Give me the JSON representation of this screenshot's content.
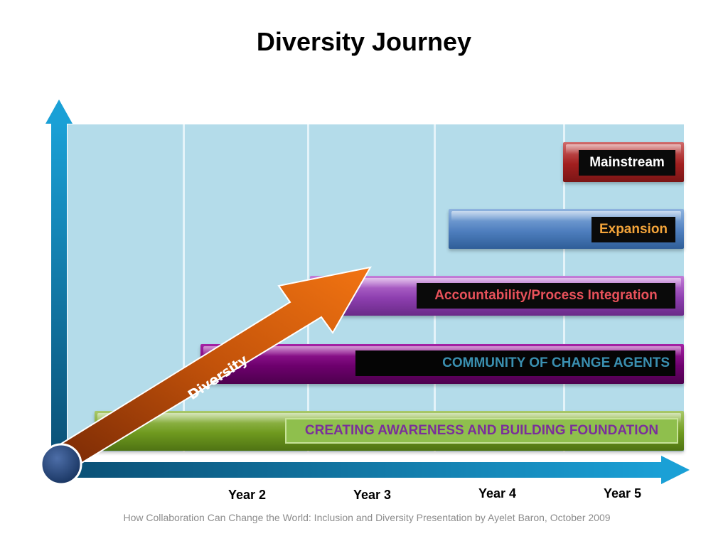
{
  "title": "Diversity Journey",
  "stages": [
    {
      "label": "Mainstream"
    },
    {
      "label": "Expansion"
    },
    {
      "label": "Accountability/Process Integration"
    },
    {
      "label": "COMMUNITY OF CHANGE AGENTS"
    },
    {
      "label": "CREATING AWARENESS AND BUILDING FOUNDATION"
    }
  ],
  "arrow_label": "Diversity",
  "years": [
    "Year 2",
    "Year 3",
    "Year 4",
    "Year 5"
  ],
  "footer": "How Collaboration Can Change the World: Inclusion and Diversity  Presentation by Ayelet Baron, October 2009",
  "colors": {
    "plot_background": "#b4dcea",
    "axis": "#1a8fbf",
    "mainstream": "#a21f1f",
    "expansion": "#4f7fbf",
    "accountability": "#8e3fb0",
    "community": "#6d006d",
    "awareness": "#6f9a1f",
    "diversity_arrow": "#e2670f"
  }
}
